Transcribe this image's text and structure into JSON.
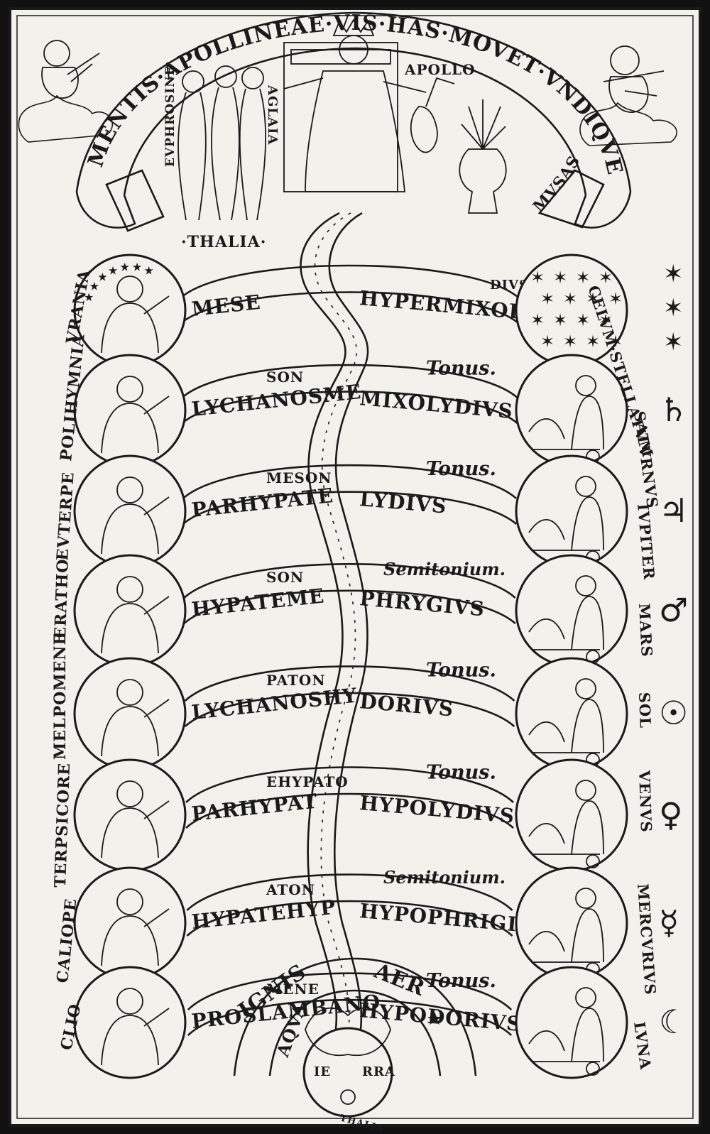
{
  "banner": {
    "motto": "MENTIS·APOLLINEAE·VIS·HAS·MOVET·VNDIQVE",
    "motto_end": "MVSAS",
    "apollo": "APOLLO",
    "graces": [
      "EVPHROSINE",
      "AGLAIA"
    ],
    "thalia_top": "·THALIA·",
    "thalia_bottom": "THALIA"
  },
  "muses": [
    "VRANIA",
    "POLIHYMNIA",
    "EVTERPE",
    "ERATHO",
    "MELPOMENE",
    "TERPSICORE",
    "CALIOPE",
    "CLIO"
  ],
  "planets": [
    {
      "name": "CELVM·STELLATVM",
      "symbol": "✶✶✶"
    },
    {
      "name": "SATVRNVS",
      "symbol": "♄"
    },
    {
      "name": "IVPITER",
      "symbol": "♃"
    },
    {
      "name": "MARS",
      "symbol": "♂"
    },
    {
      "name": "SOL",
      "symbol": "☉"
    },
    {
      "name": "VENVS",
      "symbol": "♀"
    },
    {
      "name": "MERCVRIVS",
      "symbol": "☿"
    },
    {
      "name": "LVNA",
      "symbol": "☾"
    }
  ],
  "strings": [
    {
      "left": "MESE",
      "right": "HYPERMIXOLY",
      "tail": "DIVS",
      "prefix": ""
    },
    {
      "left": "LYCHANOSME",
      "right": "MIXOLYDIVS",
      "tail": "",
      "prefix": "SON"
    },
    {
      "left": "PARHYPATE",
      "right": "LYDIVS",
      "tail": "",
      "prefix": "MESON"
    },
    {
      "left": "HYPATEME",
      "right": "PHRYGIVS",
      "tail": "",
      "prefix": "SON"
    },
    {
      "left": "LYCHANOSHY",
      "right": "DORIVS",
      "tail": "",
      "prefix": "PATON"
    },
    {
      "left": "PARHYPAT",
      "right": "HYPOLYDIVS",
      "tail": "",
      "prefix": "EHYPATO"
    },
    {
      "left": "HYPATEHYP",
      "right": "HYPOPHRIGIVS",
      "tail": "",
      "prefix": "ATON"
    },
    {
      "left": "PROSLAMBANO",
      "right": "HYPODORIVS",
      "tail": "",
      "prefix": "MENE"
    }
  ],
  "intervals": [
    "Tonus.",
    "Tonus.",
    "Semitonium.",
    "Tonus.",
    "Tonus.",
    "Semitonium.",
    "Tonus."
  ],
  "elements": {
    "ignis": "IGNIS",
    "aer": "AER",
    "aqua": "AQVA",
    "terra_left": "IE",
    "terra_right": "RRA"
  }
}
